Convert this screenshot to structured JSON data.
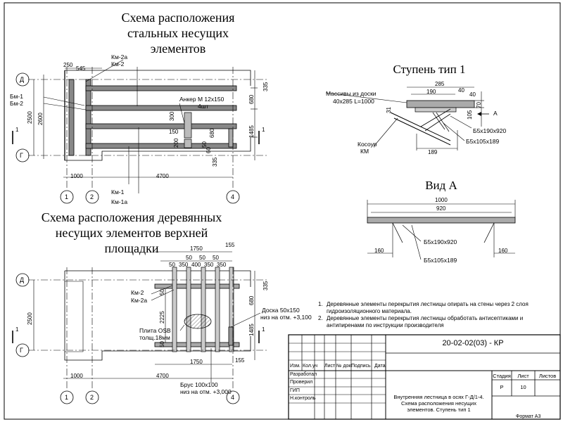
{
  "steel_plan": {
    "title": "Схема расположения\nстальных несущих\nэлементов",
    "labels": {
      "km2a": "Км-2а",
      "km2": "Км-2",
      "bm1": "Бм-1",
      "bm2": "Бм-2",
      "km1": "Км-1",
      "km1a": "Км-1а",
      "anchor": "Анкер М 12x150",
      "anchor_qty": "4шт"
    },
    "dims": {
      "d250": "250",
      "d545": "545",
      "d335": "335",
      "d680": "680",
      "d1485": "1485",
      "d335b": "335",
      "d2500": "2500",
      "d2600": "2600",
      "d1000": "1000",
      "d4700": "4700",
      "d150": "150",
      "d300": "300",
      "d200": "200",
      "d680b": "680",
      "d50": "50",
      "d60": "60"
    },
    "axes": {
      "d": "Д",
      "g": "Г",
      "a1": "1",
      "a2": "2",
      "a4": "4"
    },
    "section_marks": {
      "s1": "1",
      "s2": "1"
    }
  },
  "step": {
    "title": "Ступень тип 1",
    "labels": {
      "massive": "Массивы из доски",
      "massive2": "40x285 L=1000",
      "kosour": "Косоур",
      "km": "КМ",
      "b1": "Б5х190х920",
      "b2": "Б5х105х189",
      "a": "А"
    },
    "dims": {
      "d285": "285",
      "d190": "190",
      "d40a": "40",
      "d40b": "40",
      "d70": "70",
      "d105": "105",
      "d31": "31",
      "d189": "189"
    }
  },
  "view_a": {
    "title": "Вид А",
    "labels": {
      "b1": "Б5х190х920",
      "b2": "Б5х105х189"
    },
    "dims": {
      "d1000": "1000",
      "d920": "920",
      "d160a": "160",
      "d160b": "160"
    }
  },
  "wood_plan": {
    "title": "Схема расположения деревянных\nнесущих элементов верхней\nплощадки",
    "labels": {
      "km2": "Км-2",
      "km2a": "Км-2а",
      "osb": "Плита OSB",
      "osb2": "толщ.18мм",
      "board": "Доска 50x150",
      "board2": "низ на отм. +3,100",
      "brus": "Брус 100x100",
      "brus2": "низ на отм. +3,000"
    },
    "dims": {
      "d1750": "1750",
      "d155": "155",
      "d50a": "50",
      "d350a": "350",
      "d400": "400",
      "d350b": "350",
      "d350c": "350",
      "d50b": "50",
      "d50c": "50",
      "d50d": "50",
      "d335": "335",
      "d680": "680",
      "d1485": "1485",
      "d2500": "2500",
      "d2225": "2225",
      "d50e": "50",
      "d50f": "50",
      "d1750b": "1750",
      "d155b": "155",
      "d1000": "1000",
      "d4700": "4700"
    },
    "axes": {
      "d": "Д",
      "g": "Г",
      "a1": "1",
      "a2": "2",
      "a4": "4"
    },
    "section_marks": {
      "s1": "1",
      "s2": "1"
    }
  },
  "notes": [
    {
      "num": "1.",
      "text": "Деревянные элементы перекрытия лестницы опирать на стены через 2 слоя гидроизоляционного материала."
    },
    {
      "num": "2.",
      "text": "Деревянные элементы перекрытия лестницы обработать антисептиками и антипиренами по инструкции производителя"
    }
  ],
  "title_block": {
    "code": "20-02-02(03) - КР",
    "headers": {
      "izm": "Изм.",
      "kol": "Кол.уч",
      "list": "Лист",
      "ndoc": "№ док",
      "podpis": "Подпись",
      "data": "Дата"
    },
    "rows": {
      "razrab": "Разработал",
      "prov": "Проверил",
      "gip": "ГИП",
      "nkontr": "Н.контроль"
    },
    "description": "Внутренняя лестница в осях Г-Д/1-4.\nСхема расположения несущих\nэлементов. Ступень тип 1",
    "stage_label": "Стадия",
    "sheet_label": "Лист",
    "sheets_label": "Листов",
    "stage": "Р",
    "sheet": "10",
    "format": "Формат А3"
  }
}
